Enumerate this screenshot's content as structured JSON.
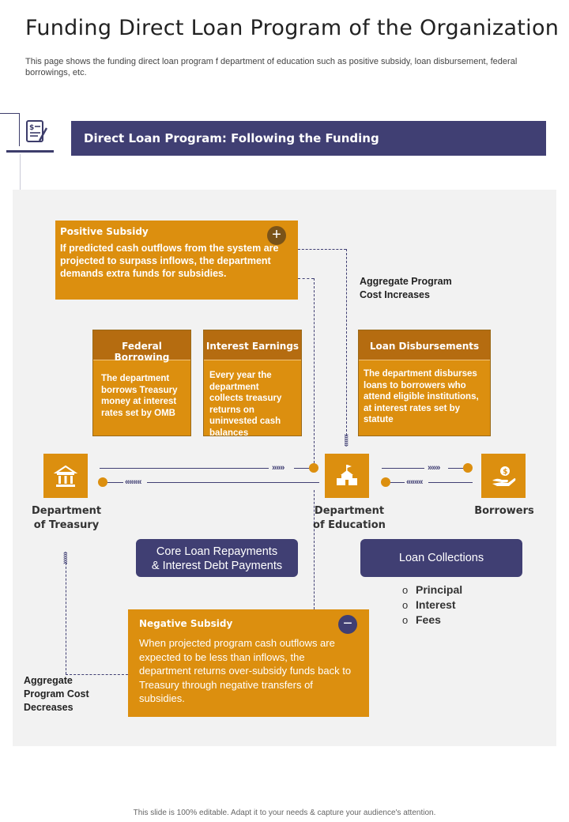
{
  "header": {
    "title": "Funding Direct Loan Program of the Organization",
    "subtitle": "This page shows the funding direct loan program f department of education such as positive subsidy, loan disbursement, federal borrowings, etc."
  },
  "banner": {
    "title": "Direct Loan Program: Following the Funding"
  },
  "positive_subsidy": {
    "title": "Positive Subsidy",
    "body": "If predicted cash outflows from the system are projected to surpass inflows, the department demands extra funds for subsidies.",
    "icon": "plus-icon"
  },
  "aggregate_increase": {
    "line1": "Aggregate Program",
    "line2": "Cost Increases"
  },
  "cards": {
    "federal": {
      "title": "Federal Borrowing",
      "body": "The department borrows Treasury money at interest rates set by OMB"
    },
    "interest": {
      "title": "Interest Earnings",
      "body": "Every year the department collects treasury returns on uninvested cash balances"
    },
    "loan": {
      "title": "Loan Disbursements",
      "body": "The department disburses loans to borrowers who attend eligible institutions, at interest rates set by statute"
    }
  },
  "nodes": {
    "treasury": {
      "line1": "Department",
      "line2": "of Treasury",
      "icon": "bank-icon"
    },
    "education": {
      "line1": "Department",
      "line2": "of Education",
      "icon": "school-icon"
    },
    "borrowers": {
      "label": "Borrowers",
      "icon": "money-hand-icon"
    }
  },
  "arrows": {
    "right": "»»»",
    "left": "««««"
  },
  "core_repayments": {
    "line1": "Core Loan Repayments",
    "line2": "& Interest  Debt Payments"
  },
  "loan_collections": {
    "label": "Loan Collections",
    "items": [
      "Principal",
      "Interest",
      "Fees"
    ]
  },
  "negative_subsidy": {
    "title": "Negative Subsidy",
    "body": "When projected program cash outflows are expected to be less than inflows, the department returns over-subsidy funds back to Treasury through negative transfers of subsidies.",
    "icon": "minus-icon"
  },
  "aggregate_decrease": {
    "line1": "Aggregate",
    "line2": "Program Cost",
    "line3": "Decreases"
  },
  "footer": {
    "text": "This slide is 100% editable.  Adapt it to your needs & capture your audience's attention."
  },
  "colors": {
    "accent_orange": "#dc8f0f",
    "navy": "#403f73",
    "panel": "#f2f2f2"
  }
}
